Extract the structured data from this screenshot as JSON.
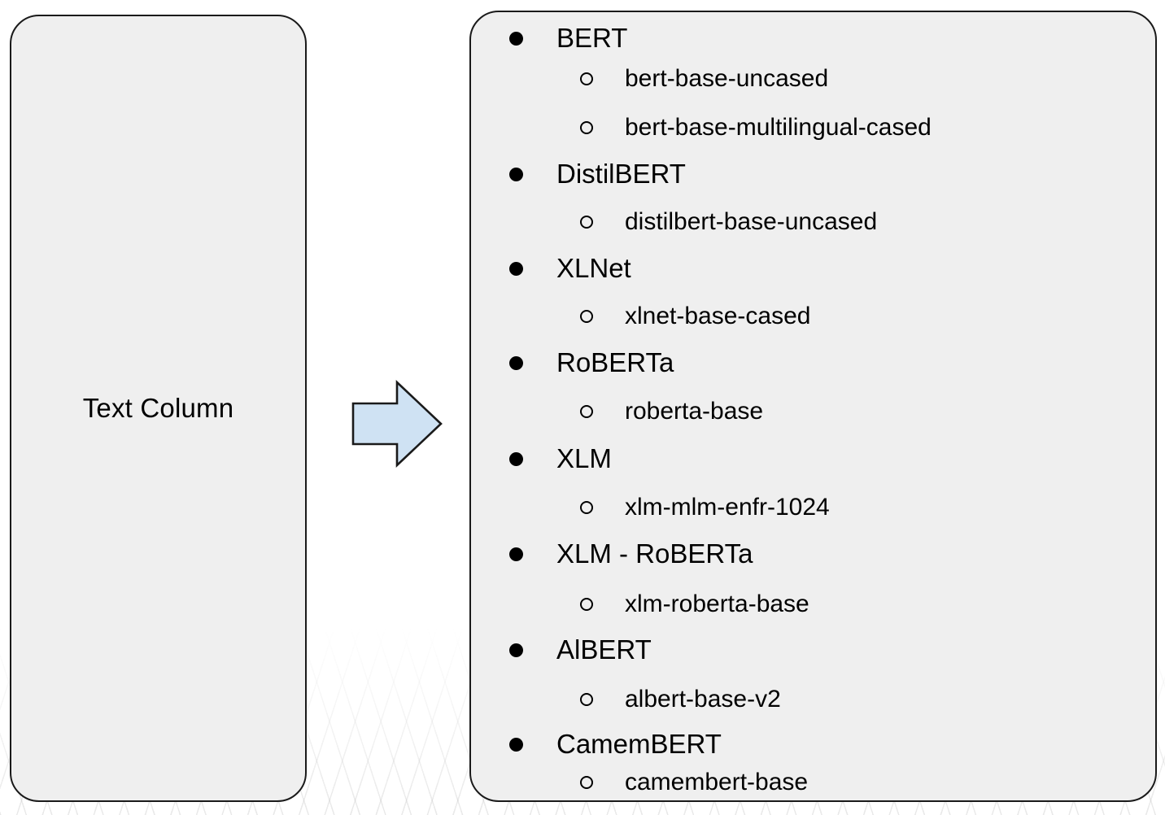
{
  "diagram": {
    "left_panel": {
      "label": "Text Column"
    },
    "arrow": {
      "direction": "right",
      "fill": "#cfe2f3",
      "stroke": "#1a1a1a"
    },
    "right_panel": {
      "models": [
        {
          "name": "BERT",
          "variants": [
            "bert-base-uncased",
            "bert-base-multilingual-cased"
          ]
        },
        {
          "name": "DistilBERT",
          "variants": [
            "distilbert-base-uncased"
          ]
        },
        {
          "name": "XLNet",
          "variants": [
            "xlnet-base-cased"
          ]
        },
        {
          "name": "RoBERTa",
          "variants": [
            "roberta-base"
          ]
        },
        {
          "name": "XLM",
          "variants": [
            "xlm-mlm-enfr-1024"
          ]
        },
        {
          "name": "XLM - RoBERTa",
          "variants": [
            "xlm-roberta-base"
          ]
        },
        {
          "name": "AlBERT",
          "variants": [
            "albert-base-v2"
          ]
        },
        {
          "name": "CamemBERT",
          "variants": [
            "camembert-base"
          ]
        }
      ]
    },
    "colors": {
      "box_fill": "#efefef",
      "box_border": "#1a1a1a",
      "arrow_fill": "#cfe2f3",
      "background": "#ffffff",
      "text": "#000000"
    }
  }
}
